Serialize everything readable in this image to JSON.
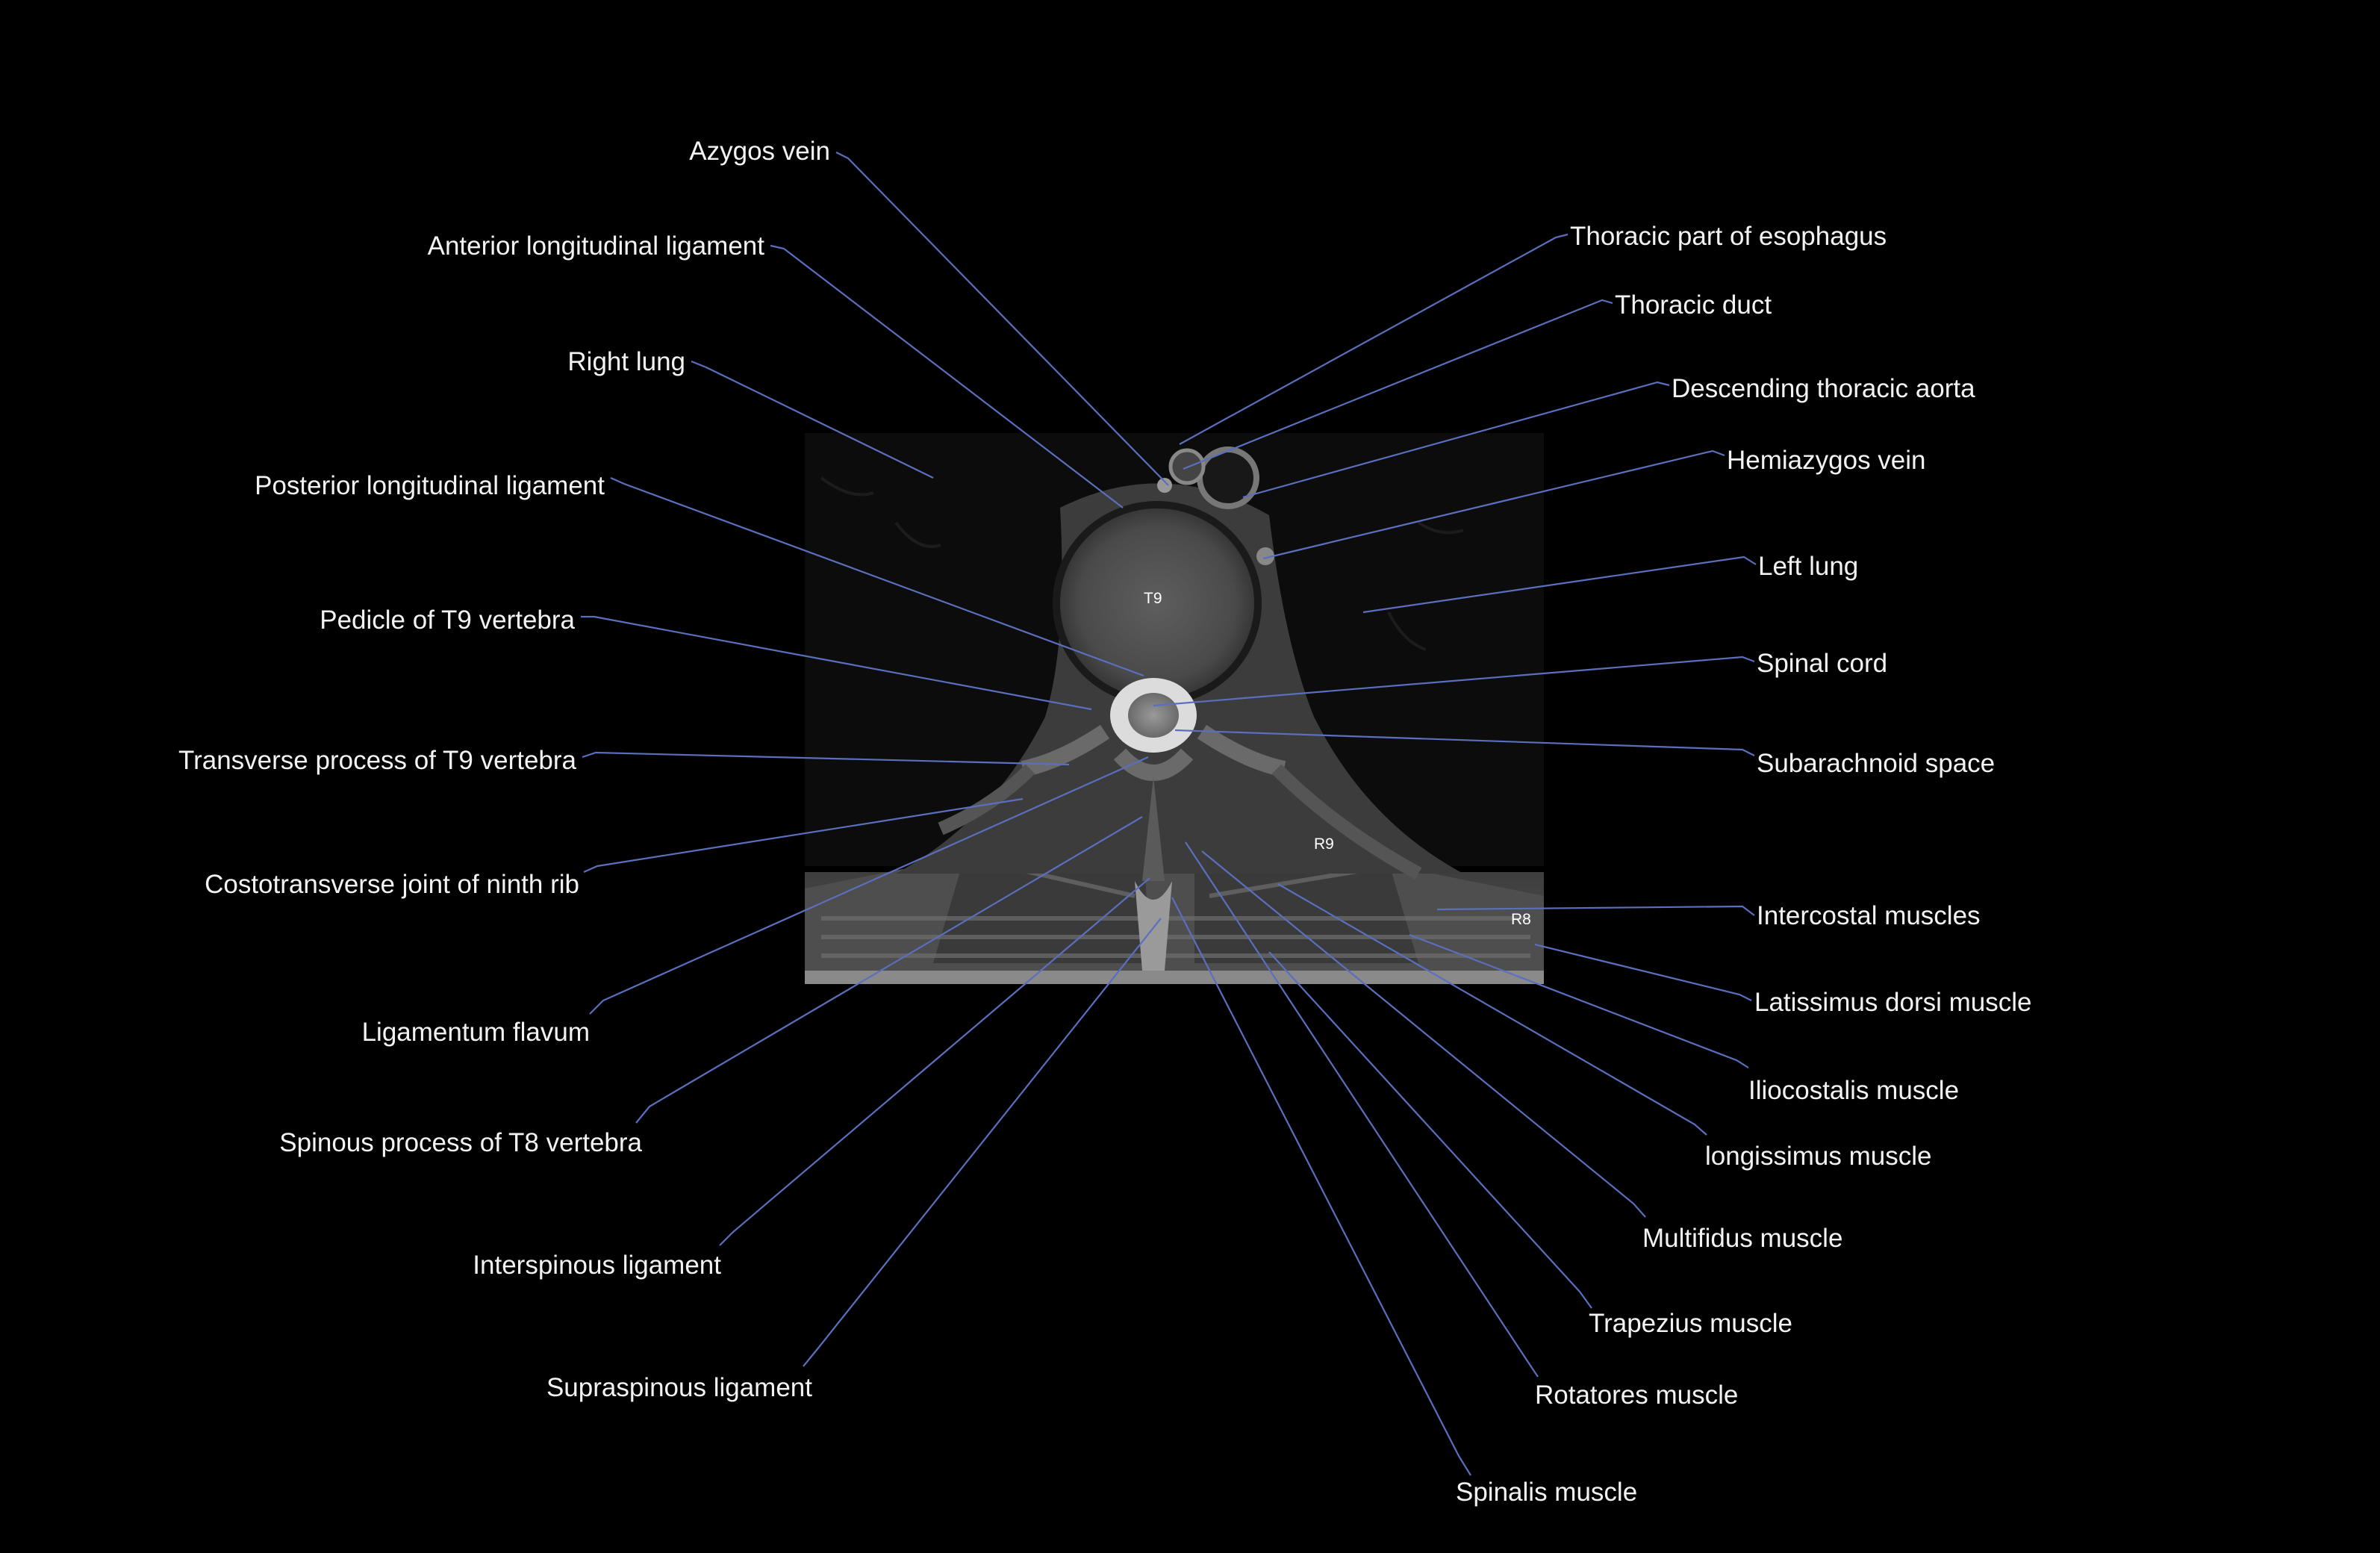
{
  "colors": {
    "background": "#000000",
    "leader": "#5a6fbd",
    "label": "#f2f2f2"
  },
  "image_labels": {
    "vertebra": "T9",
    "rib9": "R9",
    "rib8": "R8"
  },
  "left_labels": [
    {
      "key": "azygos-vein",
      "text": "Azygos vein"
    },
    {
      "key": "anterior-longitudinal-ligament",
      "text": "Anterior longitudinal ligament"
    },
    {
      "key": "right-lung",
      "text": "Right lung"
    },
    {
      "key": "posterior-longitudinal-ligament",
      "text": "Posterior longitudinal ligament"
    },
    {
      "key": "pedicle-t9",
      "text": "Pedicle of T9 vertebra"
    },
    {
      "key": "transverse-process-t9",
      "text": "Transverse process of T9 vertebra"
    },
    {
      "key": "costotransverse-joint",
      "text": "Costotransverse joint of ninth rib"
    },
    {
      "key": "ligamentum-flavum",
      "text": "Ligamentum flavum"
    },
    {
      "key": "spinous-process-t8",
      "text": "Spinous process of T8 vertebra"
    },
    {
      "key": "interspinous-ligament",
      "text": "Interspinous ligament"
    },
    {
      "key": "supraspinous-ligament",
      "text": "Supraspinous ligament"
    }
  ],
  "right_labels": [
    {
      "key": "thoracic-esophagus",
      "text": "Thoracic part of esophagus"
    },
    {
      "key": "thoracic-duct",
      "text": "Thoracic duct"
    },
    {
      "key": "descending-aorta",
      "text": "Descending thoracic aorta"
    },
    {
      "key": "hemiazygos-vein",
      "text": "Hemiazygos vein"
    },
    {
      "key": "left-lung",
      "text": "Left lung"
    },
    {
      "key": "spinal-cord",
      "text": "Spinal cord"
    },
    {
      "key": "subarachnoid-space",
      "text": "Subarachnoid space"
    },
    {
      "key": "intercostal-muscles",
      "text": "Intercostal muscles"
    },
    {
      "key": "latissimus-dorsi",
      "text": "Latissimus dorsi muscle"
    },
    {
      "key": "iliocostalis",
      "text": "Iliocostalis muscle"
    },
    {
      "key": "longissimus",
      "text": "longissimus muscle"
    },
    {
      "key": "multifidus",
      "text": "Multifidus muscle"
    },
    {
      "key": "trapezius",
      "text": "Trapezius muscle"
    },
    {
      "key": "rotatores",
      "text": "Rotatores muscle"
    },
    {
      "key": "spinalis",
      "text": "Spinalis muscle"
    }
  ]
}
